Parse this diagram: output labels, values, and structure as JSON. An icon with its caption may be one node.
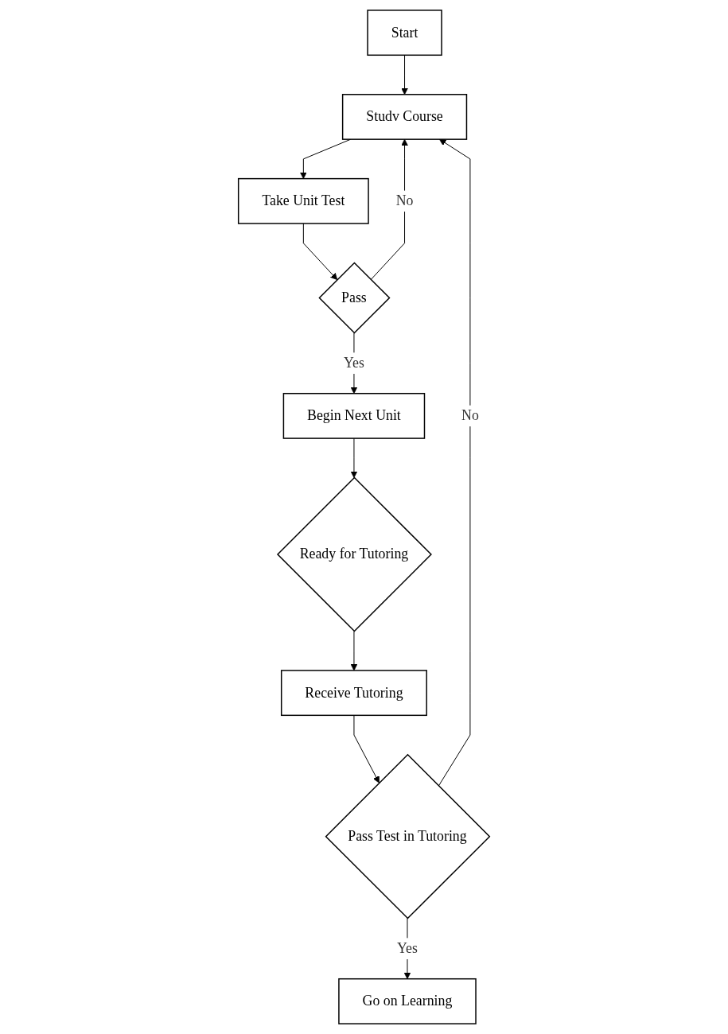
{
  "diagram": {
    "nodes": [
      {
        "text": [
          "Start"
        ]
      },
      {
        "text": [
          "Studv Course"
        ]
      },
      {
        "text": [
          "Take Unit Test"
        ]
      },
      {
        "text": [
          "Pass"
        ]
      },
      {
        "text": [
          "Begin Next Unit"
        ]
      },
      {
        "text": [
          "Ready for Tutoring"
        ]
      },
      {
        "text": [
          "Go on Learning"
        ]
      },
      {
        "text": [
          "Receive Tutoring"
        ]
      },
      {
        "text": [
          "Pass Test in Tutoring"
        ]
      }
    ],
    "edges": [
      {
        "from": 0,
        "to": 1,
        "arrow": "to"
      },
      {
        "from": 1,
        "to": 2,
        "arrow": "to"
      },
      {
        "from": 2,
        "to": 3,
        "arrow": "to"
      },
      {
        "from": 3,
        "to": 1,
        "label": "No",
        "arrow": "to"
      },
      {
        "from": 3,
        "to": 4,
        "label": "Yes",
        "arrow": "to"
      },
      {
        "from": 4,
        "to": 5,
        "arrow": "to"
      },
      {
        "from": 5,
        "to": 7,
        "arrow": "to"
      },
      {
        "from": 8,
        "to": 6,
        "label": "Yes",
        "arrow": "to"
      },
      {
        "from": 7,
        "to": 8,
        "arrow": "to"
      },
      {
        "from": 8,
        "to": 1,
        "label": "No",
        "arrow": "to"
      }
    ]
  }
}
